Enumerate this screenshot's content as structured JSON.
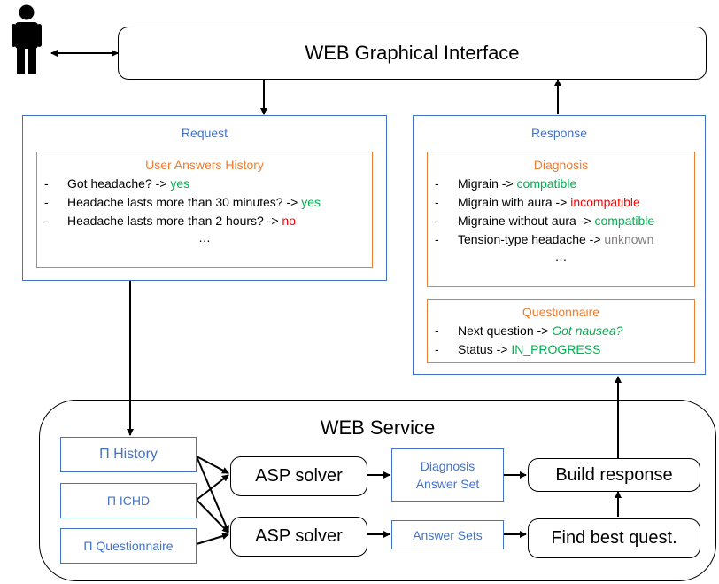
{
  "gui": {
    "title": "WEB Graphical Interface"
  },
  "request": {
    "title": "Request",
    "history": {
      "title": "User Answers History",
      "items": [
        {
          "q": "Got headache? ->",
          "a": "yes"
        },
        {
          "q": "Headache lasts more than 30 minutes? ->",
          "a": "yes"
        },
        {
          "q": "Headache lasts more than 2 hours? ->",
          "a": "no"
        }
      ],
      "ellipsis": "…"
    }
  },
  "response": {
    "title": "Response",
    "diagnosis": {
      "title": "Diagnosis",
      "items": [
        {
          "q": "Migrain ->",
          "a": "compatible"
        },
        {
          "q": "Migrain with aura ->",
          "a": "incompatible"
        },
        {
          "q": "Migraine without aura ->",
          "a": "compatible"
        },
        {
          "q": "Tension-type headache ->",
          "a": "unknown"
        }
      ],
      "ellipsis": "…"
    },
    "questionnaire": {
      "title": "Questionnaire",
      "items": [
        {
          "q": "Next question ->",
          "a": "Got nausea?"
        },
        {
          "q": "Status ->",
          "a": "IN_PROGRESS"
        }
      ]
    }
  },
  "service": {
    "title": "WEB Service",
    "inputs": [
      "Π History",
      "Π ICHD",
      "Π Questionnaire"
    ],
    "solver1": "ASP solver",
    "solver2": "ASP solver",
    "diag_set": "Diagnosis Answer Set",
    "answer_sets": "Answer Sets",
    "build": "Build response",
    "find": "Find best quest."
  },
  "colors": {
    "yes": "#00b050",
    "no": "#ff0000",
    "unknown": "#808080",
    "blue": "#4472c4",
    "orange": "#ed7d31"
  },
  "icons": {
    "user": "person-icon"
  }
}
